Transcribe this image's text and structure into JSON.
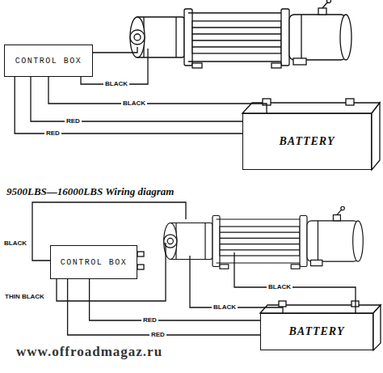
{
  "diagram": {
    "title": "9500LBS—16000LBS Wiring diagram",
    "nodes": [
      {
        "text": [
          "CONTROL BOX"
        ]
      },
      {
        "text": [
          "BATTERY"
        ]
      },
      {
        "text": [
          "CONTROL BOX"
        ]
      },
      {
        "text": [
          "BATTERY"
        ]
      }
    ],
    "edges": [
      {
        "from": 0,
        "to": 1,
        "label": "BLACK",
        "arrow": "none"
      },
      {
        "from": 0,
        "to": 1,
        "label": "RED",
        "arrow": "none"
      },
      {
        "from": 0,
        "to": 1,
        "label": "RED",
        "arrow": "none"
      },
      {
        "from": 2,
        "to": 3,
        "label": "RED",
        "arrow": "none"
      },
      {
        "from": 2,
        "to": 3,
        "label": "RED",
        "arrow": "none"
      }
    ],
    "labels": [
      "BLACK",
      "BLACK",
      "THIN BLACK",
      "BLACK",
      "BLACK",
      "www.offroadmagaz.ru"
    ]
  }
}
